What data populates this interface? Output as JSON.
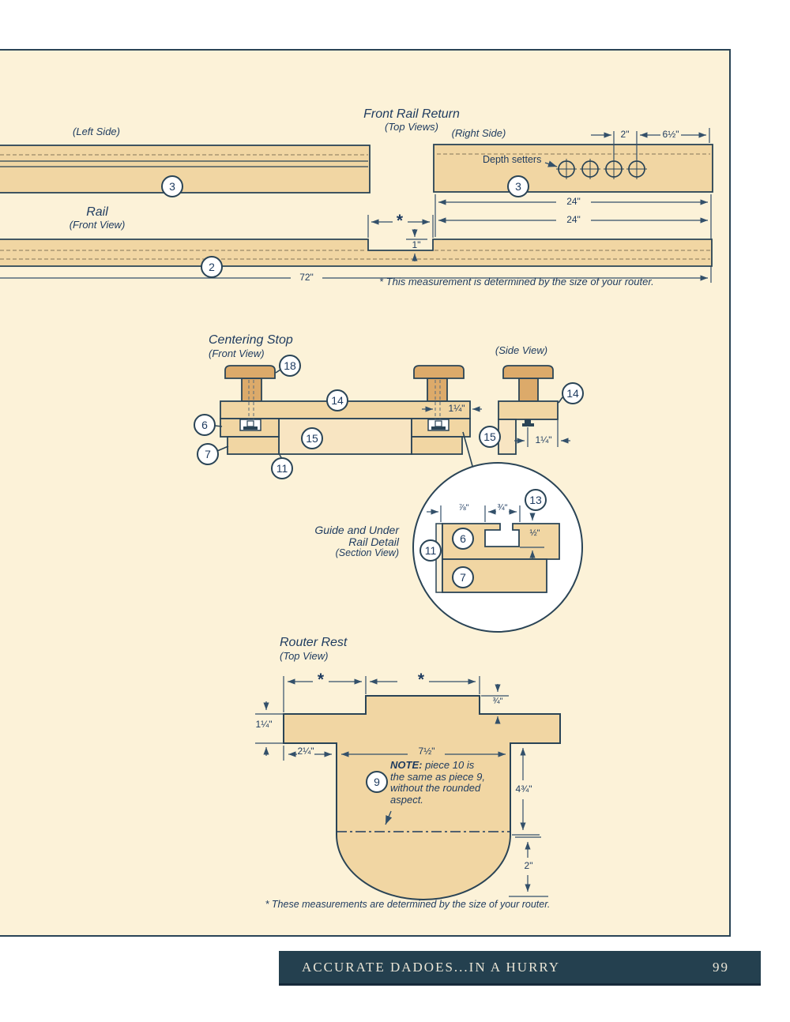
{
  "frr": {
    "title": "Front Rail Return",
    "subtitle": "(Top Views)",
    "left_label": "(Left Side)",
    "right_label": "(Right Side)",
    "depth_setters": "Depth setters",
    "dim_2": "2\"",
    "dim_65": "6½\"",
    "dim_24_top": "24\"",
    "dim_24_mid": "24\"",
    "part_3_left": "3",
    "part_3_right": "3"
  },
  "rail": {
    "title": "Rail",
    "subtitle": "(Front View)",
    "star": "*",
    "dim_1": "1\"",
    "dim_72": "72\"",
    "part_2": "2",
    "note": "* This measurement is determined by the size of your router."
  },
  "cs": {
    "title": "Centering Stop",
    "subtitle": "(Front View)",
    "side_label": "(Side View)",
    "dim_114_front": "1¼\"",
    "dim_114_side": "1¼\"",
    "part_18": "18",
    "part_14_front": "14",
    "part_14_side": "14",
    "part_6": "6",
    "part_7": "7",
    "part_11": "11",
    "part_15_mid": "15",
    "part_15_side": "15"
  },
  "detail": {
    "title_l1": "Guide and Under",
    "title_l2": "Rail Detail",
    "title_l3": "(Section View)",
    "dim_78": "⅞\"",
    "dim_34": "¾\"",
    "dim_12": "½\"",
    "part_13": "13",
    "part_6": "6",
    "part_7": "7",
    "part_11": "11"
  },
  "rr": {
    "title": "Router Rest",
    "subtitle": "(Top View)",
    "star_left": "*",
    "star_right": "*",
    "dim_34": "¾\"",
    "dim_114": "1¼\"",
    "dim_214": "2¼\"",
    "dim_712": "7½\"",
    "dim_434": "4¾\"",
    "dim_2": "2\"",
    "part_9": "9",
    "note_bold": "NOTE:",
    "note_rest": " piece 10 is",
    "note_l2": "the same as piece 9,",
    "note_l3": "without the rounded",
    "note_l4": "aspect.",
    "note_bottom": "* These measurements are determined by the size of your router."
  },
  "footer": {
    "title": "ACCURATE DADOES...IN A HURRY",
    "page_number": "99"
  }
}
